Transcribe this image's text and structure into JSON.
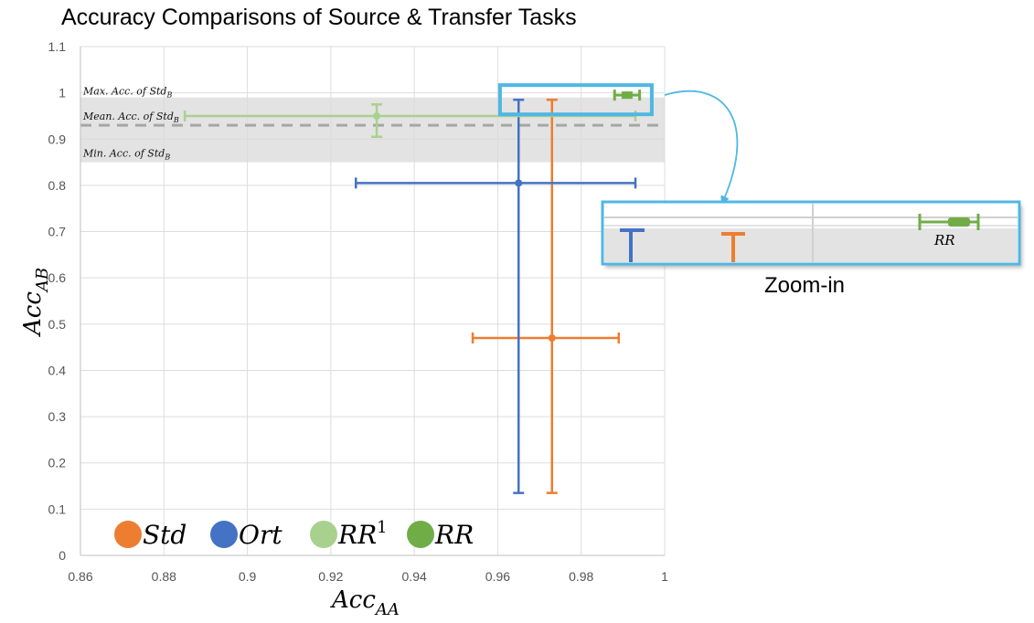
{
  "chart_data": {
    "type": "scatter",
    "title": "Accuracy Comparisons of Source & Transfer Tasks",
    "xlabel": "Acc",
    "xlabel_sub": "AA",
    "ylabel": "Acc",
    "ylabel_sub": "AB",
    "xlim": [
      0.86,
      1.0
    ],
    "ylim": [
      0,
      1.1
    ],
    "x_ticks": [
      "0.86",
      "0.88",
      "0.9",
      "0.92",
      "0.94",
      "0.96",
      "0.98",
      "1"
    ],
    "y_ticks": [
      "0",
      "0.1",
      "0.2",
      "0.3",
      "0.4",
      "0.5",
      "0.6",
      "0.7",
      "0.8",
      "0.9",
      "1",
      "1.1"
    ],
    "grid": true,
    "legend_position": "bottom-left",
    "series": [
      {
        "key": "std",
        "name": "Std",
        "sup": "",
        "color": "#ED7D31",
        "x": 0.973,
        "y": 0.47,
        "x_err": [
          0.954,
          0.989
        ],
        "y_err": [
          0.135,
          0.985
        ]
      },
      {
        "key": "ort",
        "name": "Ort",
        "sup": "",
        "color": "#4472C4",
        "x": 0.965,
        "y": 0.805,
        "x_err": [
          0.926,
          0.993
        ],
        "y_err": [
          0.135,
          0.985
        ]
      },
      {
        "key": "rr1",
        "name": "RR",
        "sup": "1",
        "color": "#A9D18E",
        "x": 0.931,
        "y": 0.95,
        "x_err": [
          0.885,
          0.993
        ],
        "y_err": [
          0.905,
          0.975
        ]
      },
      {
        "key": "rr",
        "name": "RR",
        "sup": "",
        "color": "#70AD47",
        "x": 0.991,
        "y": 0.995,
        "x_err": [
          0.988,
          0.994
        ],
        "y_err": [
          0.99,
          1.0
        ]
      }
    ],
    "reference_band": {
      "max": {
        "label": "Max. Acc. of Std",
        "sub": "B",
        "value": 0.99
      },
      "mean": {
        "label": "Mean. Acc. of Std",
        "sub": "B",
        "value": 0.93
      },
      "min": {
        "label": "Min. Acc. of Std",
        "sub": "B",
        "value": 0.85
      }
    },
    "annotation": {
      "zoom_caption": "Zoom-in",
      "zoom_series_label": "RR"
    }
  }
}
